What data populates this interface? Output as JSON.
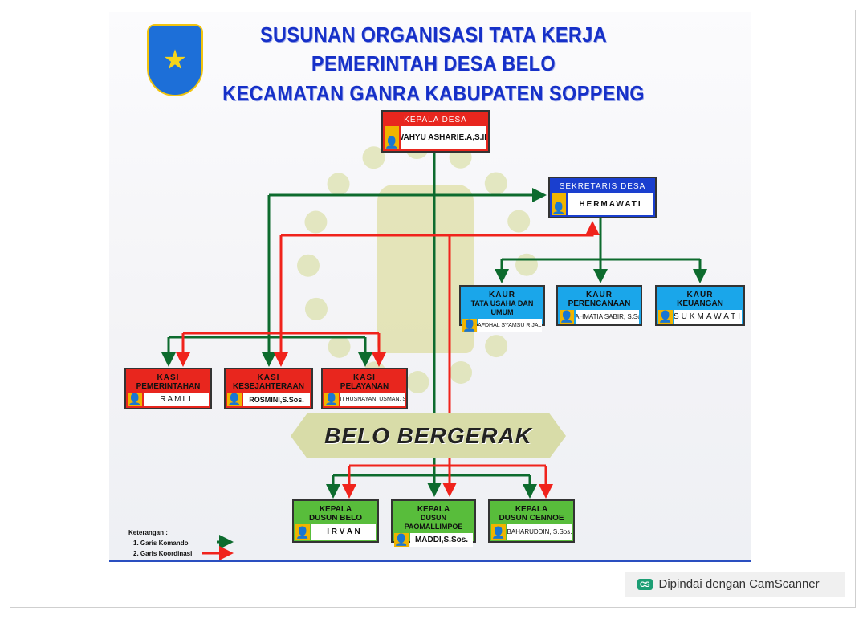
{
  "title": {
    "line1": "SUSUNAN ORGANISASI TATA KERJA",
    "line2": "PEMERINTAH DESA BELO",
    "line3": "KECAMATAN GANRA KABUPATEN SOPPENG"
  },
  "kepala_desa": {
    "title": "KEPALA DESA",
    "name": "WAHYU ASHARIE.A,S.IP."
  },
  "sekretaris": {
    "title": "SEKRETARIS DESA",
    "name": "HERMAWATI"
  },
  "kaur": [
    {
      "title": "KAUR",
      "sub": "TATA USAHA DAN UMUM",
      "name": "MUHAFDHAL SYAMSU RIJAL, S.H."
    },
    {
      "title": "KAUR",
      "sub": "PERENCANAAN",
      "name": "RAHMATIA SABIR, S.Sos"
    },
    {
      "title": "KAUR",
      "sub": "KEUANGAN",
      "name": "SUKMAWATI"
    }
  ],
  "kasi": [
    {
      "title": "KASI",
      "sub": "PEMERINTAHAN",
      "name": "RAMLI"
    },
    {
      "title": "KASI",
      "sub": "KESEJAHTERAAN",
      "name": "ROSMINI,S.Sos."
    },
    {
      "title": "KASI",
      "sub": "PELAYANAN",
      "name": "SITTI HUSNAYANI USMAN, S.Pd"
    }
  ],
  "dusun": [
    {
      "title": "KEPALA",
      "sub": "DUSUN BELO",
      "name": "I R V A N"
    },
    {
      "title": "KEPALA",
      "sub": "DUSUN PAOMALLIMPOE",
      "name": "MADDI,S.Sos."
    },
    {
      "title": "KEPALA",
      "sub": "DUSUN CENNOE",
      "name": "BAHARUDDIN, S.Sos."
    }
  ],
  "motto": "BELO BERGERAK",
  "legend": {
    "heading": "Keterangan :",
    "item1": "1. Garis Komando",
    "item2": "2. Garis Koordinasi"
  },
  "colors": {
    "komando": "#0d6b2e",
    "koordinasi": "#f0231c"
  },
  "watermark": {
    "icon": "CS",
    "text": "Dipindai dengan CamScanner"
  }
}
